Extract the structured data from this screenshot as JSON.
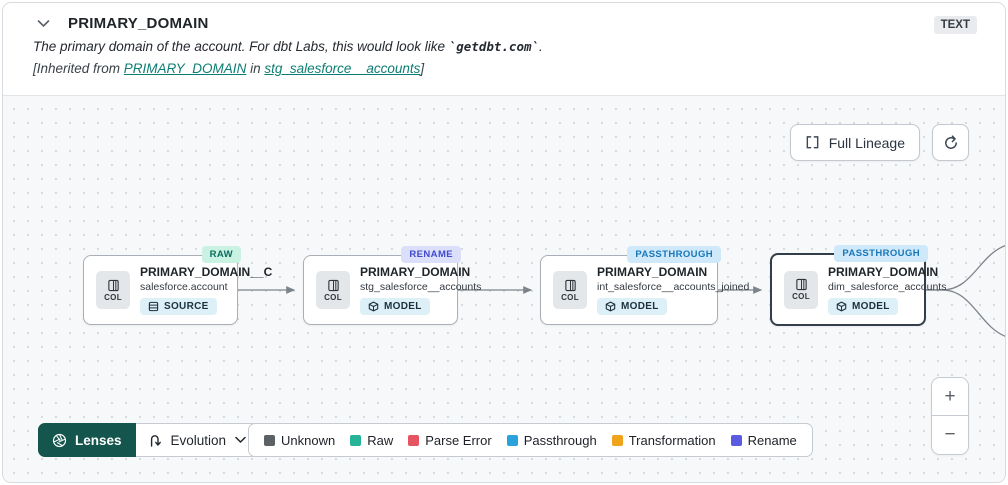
{
  "header": {
    "title": "PRIMARY_DOMAIN",
    "type_badge": "TEXT",
    "description_prefix": "The primary domain of the account. For dbt Labs, this would look like ",
    "description_code": "`getdbt.com`",
    "description_suffix": ".",
    "inherited_prefix": "[Inherited from ",
    "inherited_link_column": "PRIMARY_DOMAIN",
    "inherited_mid": " in ",
    "inherited_link_model": "stg_salesforce__accounts",
    "inherited_suffix": "]"
  },
  "toolbar": {
    "full_lineage_label": "Full Lineage"
  },
  "nodes": [
    {
      "state": "RAW",
      "title": "PRIMARY_DOMAIN__C",
      "subtitle": "salesforce.account",
      "kind": "SOURCE",
      "col_label": "COL"
    },
    {
      "state": "RENAME",
      "title": "PRIMARY_DOMAIN",
      "subtitle": "stg_salesforce__accounts",
      "kind": "MODEL",
      "col_label": "COL"
    },
    {
      "state": "PASSTHROUGH",
      "title": "PRIMARY_DOMAIN",
      "subtitle": "int_salesforce__accounts_joined",
      "kind": "MODEL",
      "col_label": "COL"
    },
    {
      "state": "PASSTHROUGH",
      "title": "PRIMARY_DOMAIN",
      "subtitle": "dim_salesforce_accounts",
      "kind": "MODEL",
      "col_label": "COL"
    }
  ],
  "lenses": {
    "label": "Lenses",
    "selected_lens": "Evolution"
  },
  "legend": [
    {
      "label": "Unknown",
      "color": "#5c6166"
    },
    {
      "label": "Raw",
      "color": "#27b398"
    },
    {
      "label": "Parse Error",
      "color": "#e45561"
    },
    {
      "label": "Passthrough",
      "color": "#2aa3dc"
    },
    {
      "label": "Transformation",
      "color": "#f0a41c"
    },
    {
      "label": "Rename",
      "color": "#5a5be0"
    }
  ],
  "zoom_controls": {
    "zoom_in": "+",
    "zoom_out": "−"
  },
  "colors": {
    "accent_teal": "#0c7d72",
    "lenses_green": "#14564d",
    "selected_border": "#323e49"
  }
}
